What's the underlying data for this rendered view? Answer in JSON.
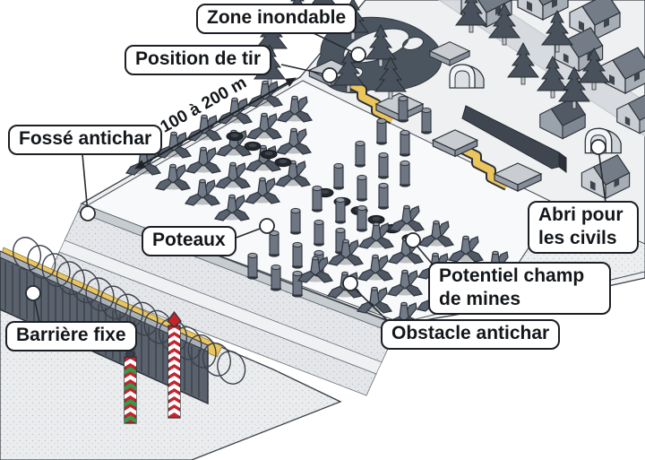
{
  "diagram": {
    "title_context": "Schéma d'une ligne de défense frontalière",
    "labels": {
      "zone_inondable": "Zone inondable",
      "position_de_tir": "Position de tir",
      "fosse_antichar": "Fossé antichar",
      "poteaux": "Poteaux",
      "barriere_fixe": "Barrière fixe",
      "abri_civils": "Abri pour les civils",
      "champ_mines": "Potentiel champ de mines",
      "obstacle_antichar": "Obstacle antichar",
      "distance": "100 à 200 m"
    },
    "icons": [
      "tetrapod-obstacle-icon",
      "post-icon",
      "mine-icon",
      "tree-icon",
      "house-icon",
      "shelter-arch-icon",
      "razor-wire-icon",
      "border-pole-icon",
      "firing-trench-icon",
      "flood-zone-icon",
      "distance-arrow-icon",
      "marker-dot-icon"
    ],
    "colors": {
      "background": "#ffffff",
      "ground": "#eef0f2",
      "platform": "#f8f9fa",
      "stripe": "#c7ccd1",
      "outline": "#2b3037",
      "obstacle_gray": "#6d7684",
      "dark_slate": "#4b5560",
      "yellow": "#ecc55c",
      "pole_red": "#c5242c",
      "pole_green": "#2e9e49",
      "road": "#d7dade"
    }
  }
}
